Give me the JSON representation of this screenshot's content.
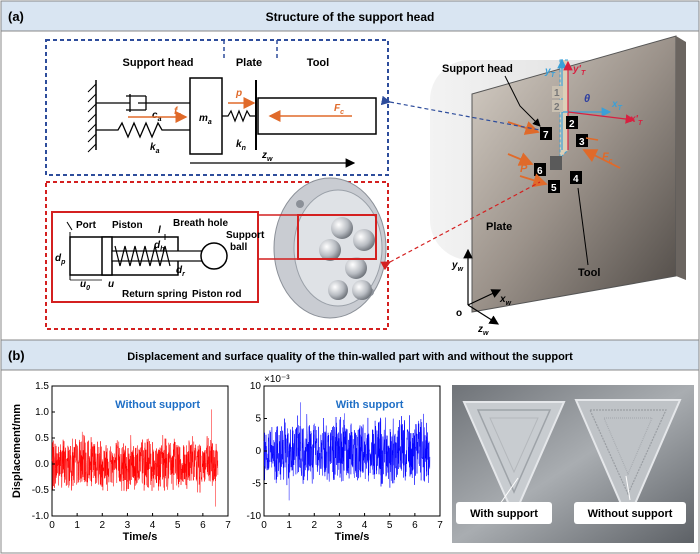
{
  "panel_a": {
    "tag": "(a)",
    "title": "Structure of the support head",
    "model": {
      "section_support_head": "Support head",
      "section_plate": "Plate",
      "section_tool": "Tool",
      "damper": "c",
      "damper_sub": "a",
      "spring": "k",
      "spring_sub": "a",
      "mass": "m",
      "mass_sub": "a",
      "force_support": "f",
      "force_support_sub": "s",
      "pressure": "p",
      "contact_spring": "k",
      "contact_spring_sub": "n",
      "cutting_force": "F",
      "cutting_force_sub": "c",
      "axis": "z",
      "axis_sub": "w"
    },
    "cylinder": {
      "port": "Port",
      "piston": "Piston",
      "breath_hole": "Breath hole",
      "support_ball_1": "Support",
      "support_ball_2": "ball",
      "return_spring": "Return spring",
      "piston_rod": "Piston rod",
      "dim_l": "l",
      "dim_dh": "d",
      "dim_dh_sub": "h",
      "dim_dp": "d",
      "dim_dp_sub": "p",
      "dim_dr": "d",
      "dim_dr_sub": "r",
      "dim_u0": "u",
      "dim_u0_sub": "0",
      "dim_u": "u"
    },
    "assembly": {
      "support_head": "Support head",
      "plate": "Plate",
      "tool": "Tool",
      "yT": "y",
      "yT_sub": "T",
      "yT2": "y'",
      "yT2_sub": "T",
      "xT": "x",
      "xT_sub": "T",
      "xT2": "x'",
      "xT2_sub": "T",
      "theta": "θ",
      "force": "F",
      "force_sub": "c",
      "pressure": "P",
      "yw": "y",
      "yw_sub": "w",
      "xw": "x",
      "xw_sub": "w",
      "zw": "z",
      "zw_sub": "w",
      "origin": "o",
      "numbers": [
        "1",
        "2",
        "2",
        "3",
        "4",
        "5",
        "6",
        "7"
      ]
    }
  },
  "panel_b": {
    "tag": "(b)",
    "title": "Displacement and surface quality of the thin-walled part with and without the support",
    "photo_left_label": "With support",
    "photo_right_label": "Without support"
  },
  "colors": {
    "header_bg": "#d9e5f2",
    "blue_dash": "#2e4d9c",
    "red_dash": "#d42020",
    "orange": "#e06a2a",
    "without_support_series": "#ff0000",
    "with_support_series": "#0000ff",
    "legend_text": "#1f6fc6"
  },
  "chart_data": [
    {
      "type": "line",
      "title": "",
      "annotation": "Without support",
      "xlabel": "Time/s",
      "ylabel": "Displacement/mm",
      "xlim": [
        0,
        7
      ],
      "ylim": [
        -1,
        1.5
      ],
      "xticks": [
        "0",
        "1",
        "2",
        "3",
        "4",
        "5",
        "6",
        "7"
      ],
      "yticks": [
        "-1.0",
        "-0.5",
        "0.0",
        "0.5",
        "1.0",
        "1.5"
      ],
      "series": [
        {
          "name": "Without support",
          "x_range": [
            0,
            6.6
          ],
          "mean": 0.0,
          "amplitude_band": [
            -0.45,
            0.45
          ],
          "peaks": [
            [
              6.35,
              1.05
            ],
            [
              1.2,
              0.62
            ],
            [
              6.5,
              -0.82
            ]
          ]
        }
      ]
    },
    {
      "type": "line",
      "title": "",
      "annotation": "With support",
      "xlabel": "Time/s",
      "ylabel": "",
      "scale_label": "×10⁻³",
      "xlim": [
        0,
        7
      ],
      "ylim": [
        -10,
        10
      ],
      "xticks": [
        "0",
        "1",
        "2",
        "3",
        "4",
        "5",
        "6",
        "7"
      ],
      "yticks": [
        "-10",
        "-5",
        "0",
        "5",
        "10"
      ],
      "series": [
        {
          "name": "With support",
          "x_range": [
            0,
            6.6
          ],
          "mean": 0.0,
          "amplitude_band": [
            -4.5,
            4.5
          ],
          "peaks": [
            [
              1.45,
              7.5
            ],
            [
              1.0,
              -7.6
            ],
            [
              3.2,
              5.8
            ]
          ]
        }
      ]
    }
  ]
}
